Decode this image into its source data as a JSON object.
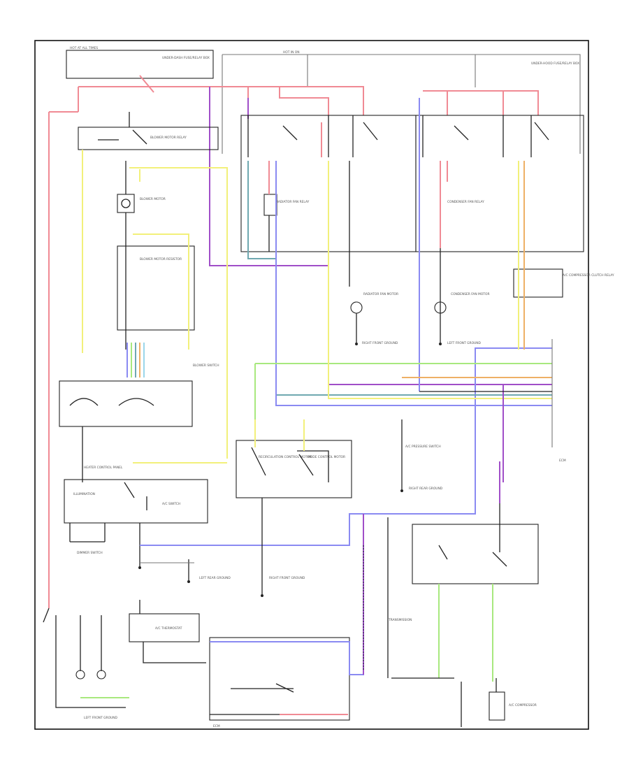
{
  "diagram": {
    "labels": {
      "hot_at_all_times": "HOT AT ALL TIMES",
      "hot_in_on": "HOT IN ON",
      "under_dash_fuse_box": "UNDER-DASH FUSE/RELAY BOX",
      "under_hood_fuse_box": "UNDER-HOOD FUSE/RELAY BOX",
      "blower_motor_relay": "BLOWER MOTOR RELAY",
      "blower_motor": "BLOWER MOTOR",
      "blower_resistor": "BLOWER MOTOR RESISTOR",
      "blower_switch": "BLOWER SWITCH",
      "heater_control_panel": "HEATER CONTROL PANEL",
      "recirc_control_motor": "RECIRCULATION CONTROL MOTOR",
      "mode_control_motor": "MODE CONTROL MOTOR",
      "condenser_fan_relay": "CONDENSER FAN RELAY",
      "radiator_fan_relay": "RADIATOR FAN RELAY",
      "radiator_fan_motor": "RADIATOR FAN MOTOR",
      "condenser_fan_motor": "CONDENSER FAN MOTOR",
      "ac_compressor_clutch_relay": "A/C COMPRESSOR CLUTCH RELAY",
      "ac_compressor": "A/C COMPRESSOR",
      "ac_pressure_switch": "A/C PRESSURE SWITCH",
      "ac_thermostat": "A/C THERMOSTAT",
      "engine_control_module": "ECM",
      "ac_switch": "A/C SWITCH",
      "illumination": "ILLUMINATION",
      "left_front_ground": "LEFT FRONT GROUND",
      "right_front_ground": "RIGHT FRONT GROUND",
      "left_rear_ground": "LEFT REAR GROUND",
      "right_rear_ground": "RIGHT REAR GROUND",
      "dimmer_switch": "DIMMER SWITCH",
      "transmission": "TRANSMISSION"
    }
  }
}
